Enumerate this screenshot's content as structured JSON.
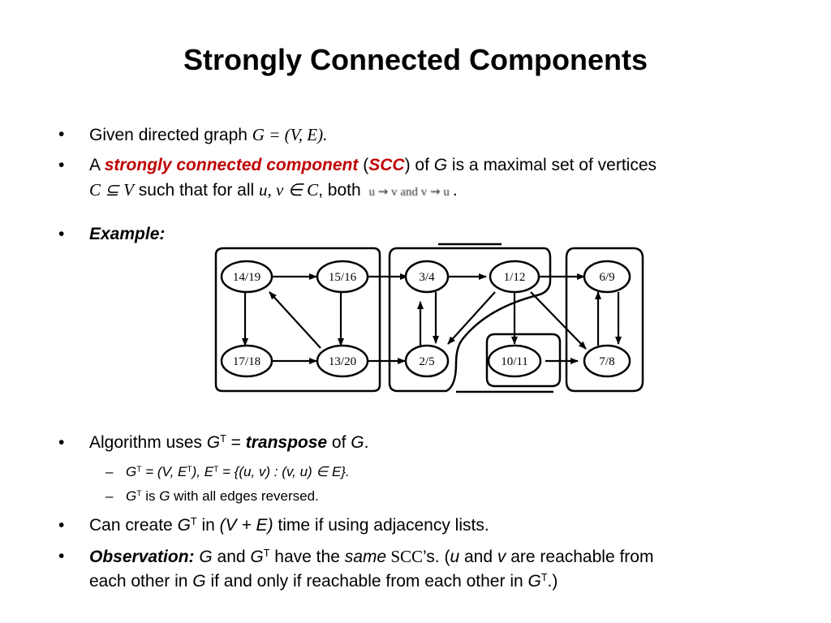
{
  "title": "Strongly Connected Components",
  "bullets": {
    "b1": {
      "prefix": "Given directed graph ",
      "math": "G = (V, E)."
    },
    "b2": {
      "a": "A ",
      "term": "strongly connected component",
      "open": " (",
      "abbr": "SCC",
      "close": ")",
      "of": " of ",
      "g": "G",
      "rest": " is a maximal set of vertices",
      "line2_math": "C ⊆ V",
      "line2_text": " such that for all ",
      "line2_math2": "u, v ∈ C",
      "line2_text2": ", both ",
      "line2_img": "u ⇝ v and v ⇝ u",
      "period": "."
    },
    "b3": {
      "label": "Example:"
    },
    "b4": {
      "prefix": "Algorithm uses ",
      "g": "G",
      "t": "T",
      "eq": " = ",
      "term": "transpose",
      "of": " of ",
      "g2": "G",
      "period": "."
    },
    "s1": {
      "text": "G",
      "t": "T",
      "rest1": " = (V, E",
      "t2": "T",
      "rest2": "), E",
      "t3": "T",
      "rest3": " = {(u, v) : (v, u) ∈ E}."
    },
    "s2": {
      "g": "G",
      "t": "T",
      "rest": " is ",
      "g2": "G",
      "rest2": " with all edges reversed."
    },
    "b5": {
      "prefix": "Can create ",
      "g": "G",
      "t": "T",
      "in": " in ",
      "math": "(V + E)",
      "rest": " time if using adjacency lists."
    },
    "b6": {
      "label": "Observation:",
      "g": " G",
      "and": " and ",
      "g2": "G",
      "t": "T",
      "rest": " have the ",
      "same": "same",
      "scc": " SCC",
      "rest2": "’s. (",
      "u": "u",
      "and2": " and ",
      "v": "v",
      "rest3": " are reachable from",
      "line2a": "each other in ",
      "g3": "G",
      "line2b": " if and only if reachable from each other in ",
      "g4": "G",
      "t2": "T",
      "line2c": ".)"
    }
  },
  "graph": {
    "nodes": [
      "14/19",
      "15/16",
      "3/4",
      "1/12",
      "6/9",
      "17/18",
      "13/20",
      "2/5",
      "10/11",
      "7/8"
    ]
  },
  "colors": {
    "accent_red": "#c00000"
  }
}
